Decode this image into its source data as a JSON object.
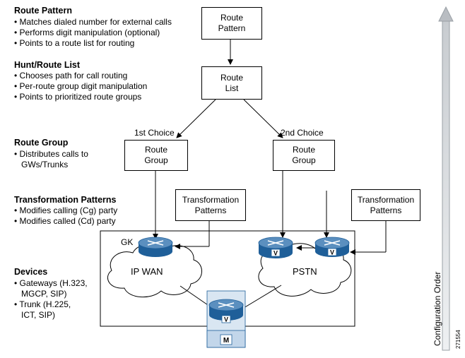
{
  "sections": {
    "route_pattern": {
      "heading": "Route Pattern",
      "bullets": [
        "• Matches dialed number for external calls",
        "• Performs digit manipulation (optional)",
        "• Points to a route list for routing"
      ]
    },
    "hunt_route_list": {
      "heading": "Hunt/Route List",
      "bullets": [
        "• Chooses path for call routing",
        "• Per-route group digit manipulation",
        "• Points to prioritized route groups"
      ]
    },
    "route_group": {
      "heading": "Route Group",
      "bullets": [
        "• Distributes calls to",
        "   GWs/Trunks"
      ]
    },
    "transformation_patterns": {
      "heading": "Transformation Patterns",
      "bullets": [
        "• Modifies calling (Cg) party",
        "• Modifies called (Cd) party"
      ]
    },
    "devices": {
      "heading": "Devices",
      "bullets": [
        "• Gateways (H.323,",
        "   MGCP, SIP)",
        "• Trunk (H.225,",
        "   ICT, SIP)"
      ]
    }
  },
  "boxes": {
    "route_pattern": [
      "Route",
      "Pattern"
    ],
    "route_list": [
      "Route",
      "List"
    ],
    "route_group_1": [
      "Route",
      "Group"
    ],
    "route_group_2": [
      "Route",
      "Group"
    ],
    "transformation_1": [
      "Transformation",
      "Patterns"
    ],
    "transformation_2": [
      "Transformation",
      "Patterns"
    ]
  },
  "labels": {
    "first_choice": "1st Choice",
    "second_choice": "2nd Choice",
    "gk": "GK",
    "ip_wan": "IP WAN",
    "pstn": "PSTN",
    "configuration_order": "Configuration Order",
    "figure_number": "271554",
    "router_v": "V",
    "router_m": "M"
  },
  "colors": {
    "router_top": "#5b8fbf",
    "router_side": "#1f5f99",
    "arrow": "#9aa0a6"
  }
}
